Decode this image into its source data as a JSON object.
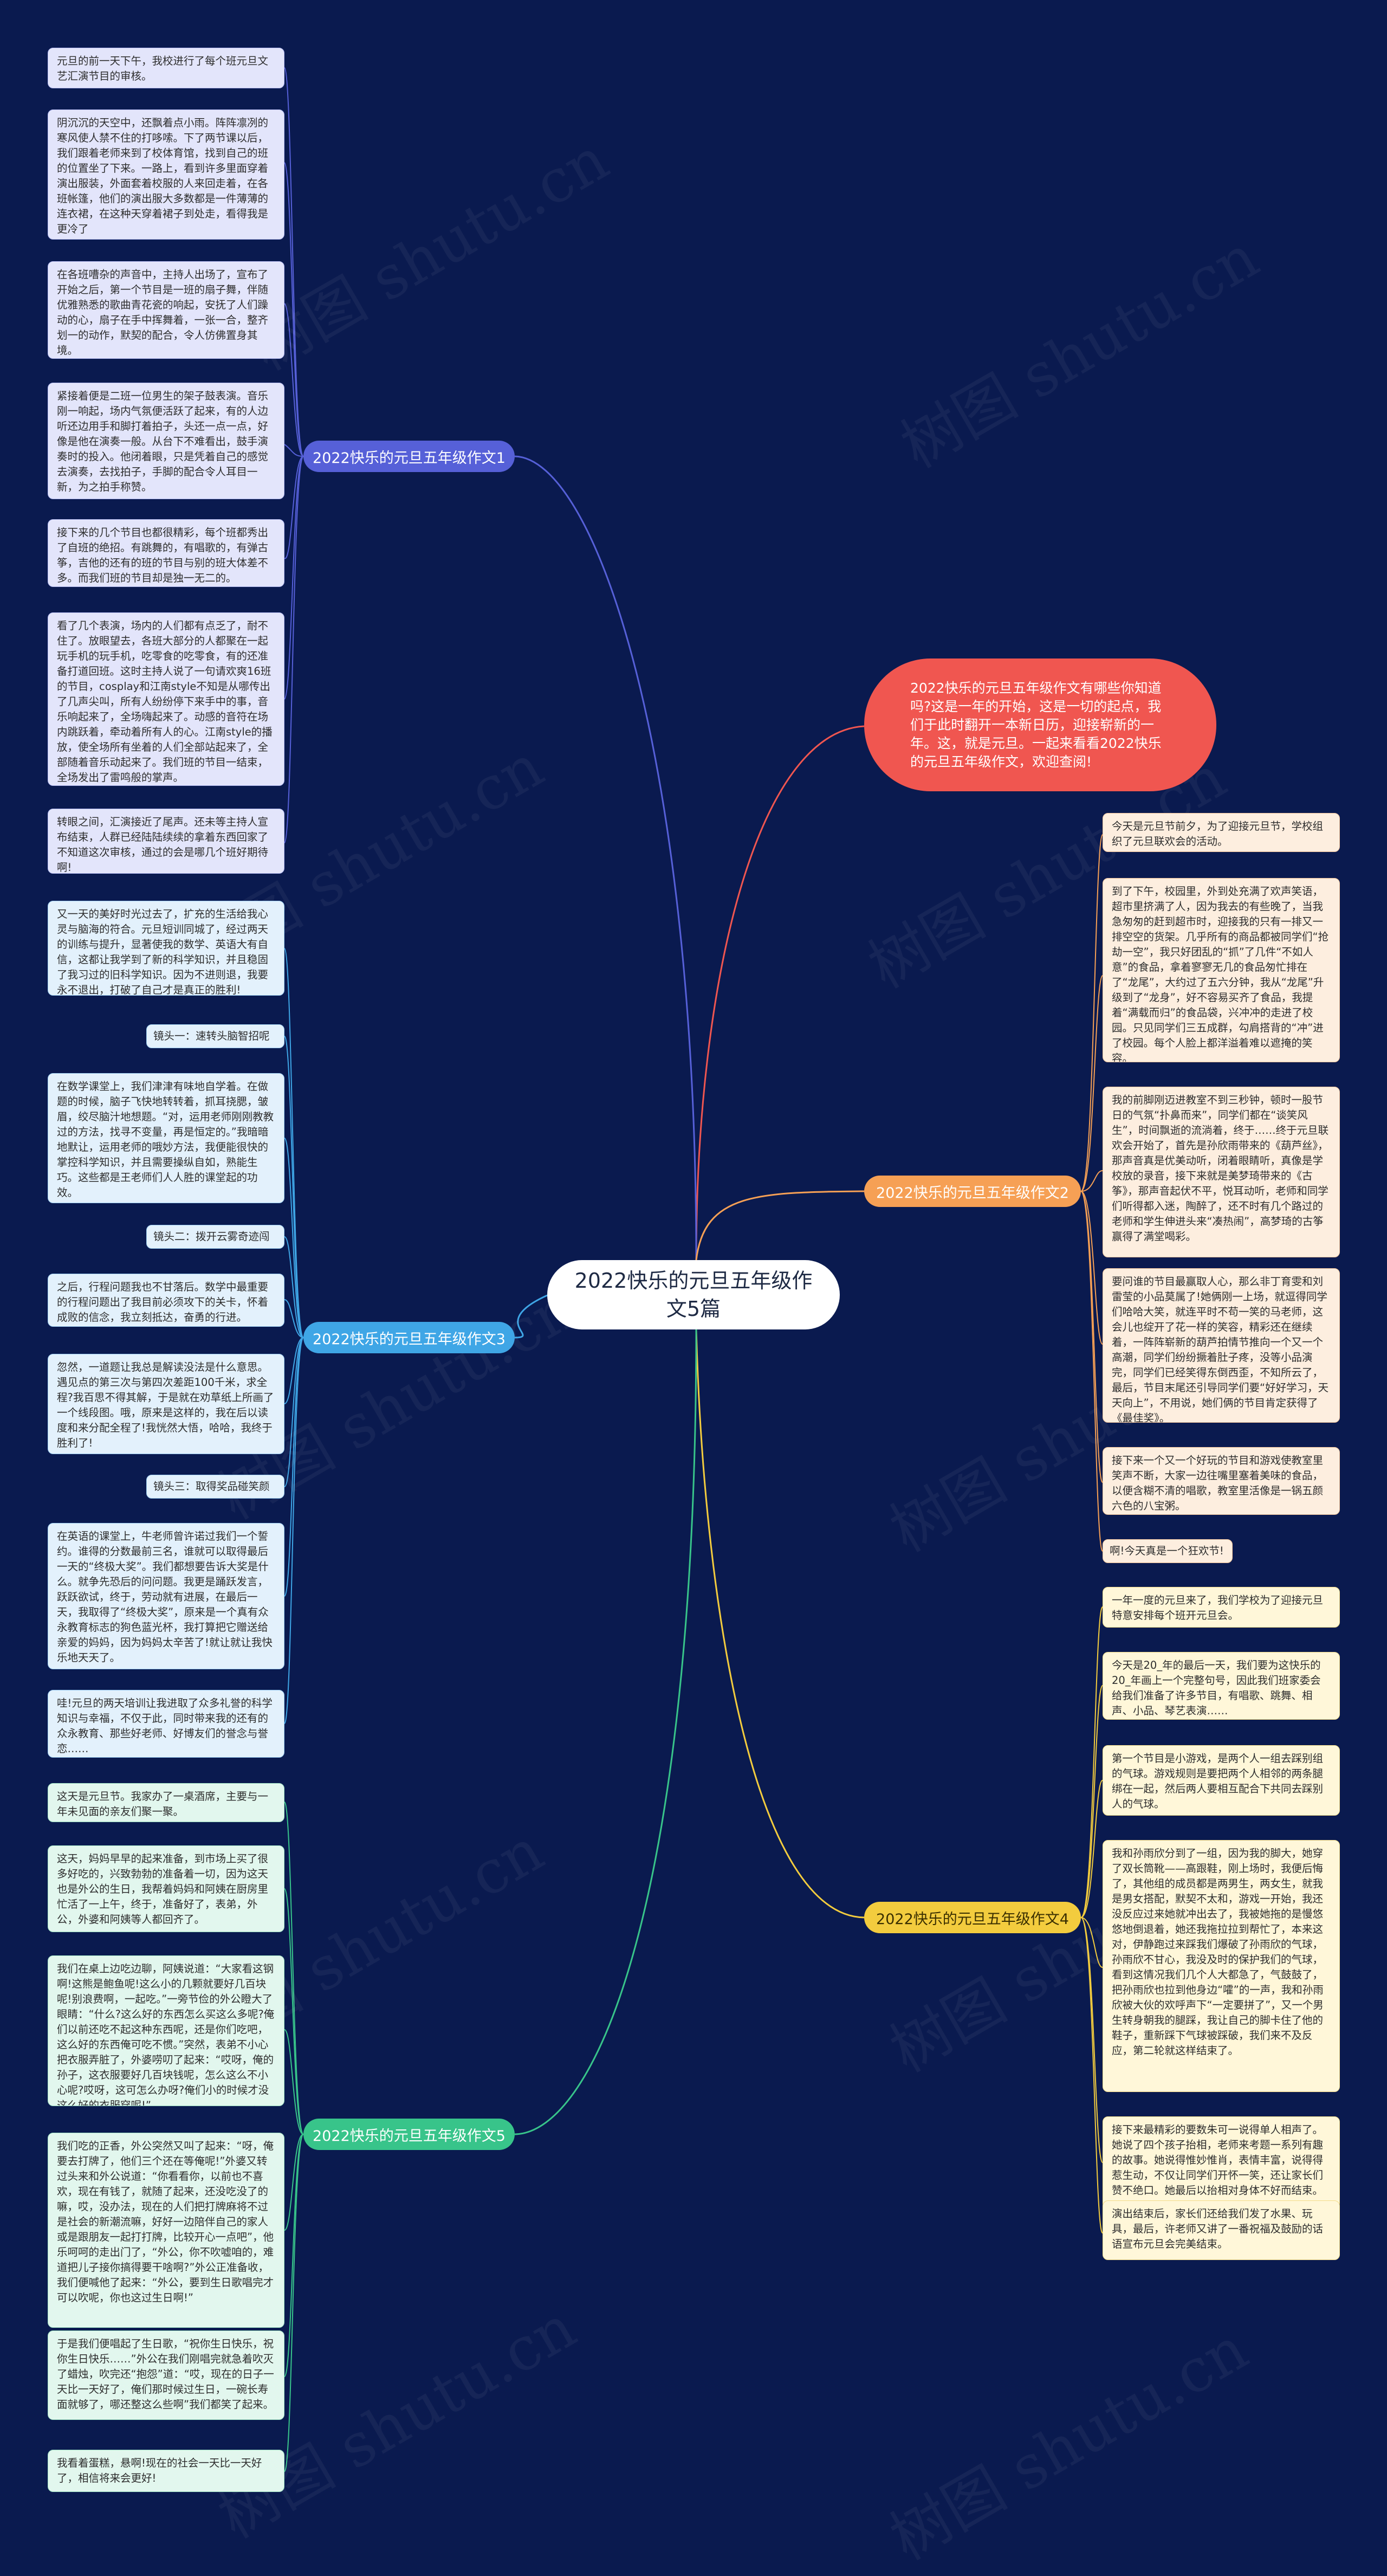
{
  "center": "2022快乐的元旦五年级作文5篇",
  "intro": "2022快乐的元旦五年级作文有哪些你知道吗?这是一年的开始，这是一切的起点，我们于此时翻开一本新日历，迎接崭新的一年。这，就是元旦。一起来看看2022快乐的元旦五年级作文，欢迎查阅!",
  "colors": {
    "background": "#0a1a4f",
    "branch1": "#5660d8",
    "branch2": "#f6a055",
    "branch3": "#3fa6e6",
    "branch4": "#f3cc3e",
    "branch5": "#38c48a",
    "intro": "#f05650"
  },
  "branches": {
    "b1": {
      "label": "2022快乐的元旦五年级作文1",
      "leaves": [
        "元旦的前一天下午，我校进行了每个班元旦文艺汇演节目的审核。",
        "阴沉沉的天空中，还飘着点小雨。阵阵凛冽的寒风使人禁不住的打哆嗦。下了两节课以后，我们跟着老师来到了校体育馆，找到自己的班的位置坐了下来。一路上，看到许多里面穿着演出服装，外面套着校服的人来回走着，在各班帐篷，他们的演出服大多数都是一件薄薄的连衣裙，在这种天穿着裙子到处走，看得我是更冷了",
        "在各班嘈杂的声音中，主持人出场了，宣布了开始之后，第一个节目是一班的扇子舞，伴随优雅熟悉的歌曲青花瓷的响起，安抚了人们躁动的心，扇子在手中挥舞着，一张一合，整齐划一的动作，默契的配合，令人仿佛置身其境。",
        "紧接着便是二班一位男生的架子鼓表演。音乐刚一响起，场内气氛便活跃了起来，有的人边听还边用手和脚打着拍子，头还一点一点，好像是他在演奏一般。从台下不难看出，鼓手演奏时的投入。他闭着眼，只是凭着自己的感觉去演奏，去找拍子，手脚的配合令人耳目一新，为之拍手称赞。",
        "接下来的几个节目也都很精彩，每个班都秀出了自班的绝招。有跳舞的，有唱歌的，有弹古筝，吉他的还有的班的节目与别的班大体差不多。而我们班的节目却是独一无二的。",
        "看了几个表演，场内的人们都有点乏了，耐不住了。放眼望去，各班大部分的人都聚在一起玩手机的玩手机，吃零食的吃零食，有的还准备打道回班。这时主持人说了一句请欢爽16班的节目，cosplay和江南style不知是从哪传出了几声尖叫，所有人纷纷停下来手中的事，音乐响起来了，全场嗨起来了。动感的音符在场内跳跃着，牵动着所有人的心。江南style的播放，使全场所有坐着的人们全部站起来了，全部随着音乐动起来了。我们班的节目一结束，全场发出了雷鸣般的掌声。",
        "转眼之间，汇演接近了尾声。还未等主持人宣布结束，人群已经陆陆续续的拿着东西回家了不知道这次审核，通过的会是哪几个班好期待啊!"
      ]
    },
    "b2": {
      "label": "2022快乐的元旦五年级作文2",
      "leaves": [
        "今天是元旦节前夕，为了迎接元旦节，学校组织了元旦联欢会的活动。",
        "到了下午，校园里，外到处充满了欢声笑语，超市里挤满了人，因为我去的有些晚了，当我急匆匆的赶到超市时，迎接我的只有一排又一排空空的货架。几乎所有的商品都被同学们“抢劫一空”，我只好团乱的“抓”了几件“不如人意”的食品，拿着寥寥无几的食品匆忙排在了“龙尾”，大约过了五六分钟，我从“龙尾”升级到了“龙身”，好不容易买齐了食品，我提着“满载而归”的食品袋，兴冲冲的走进了校园。只见同学们三五成群，勾肩搭背的“冲”进了校园。每个人脸上都洋溢着难以遮掩的笑容。",
        "我的前脚刚迈进教室不到三秒钟，顿时一股节日的气氛“扑鼻而来”，同学们都在“谈笑风生”，时间飘逝的流淌着，终于……终于元旦联欢会开始了，首先是孙欣雨带来的《葫芦丝》，那声音真是优美动听，闭着眼睛听，真像是学校放的录音，接下来就是美梦琦带来的《古筝》，那声音起伏不平，悦耳动听，老师和同学们听得都入迷，陶醉了，还不时有几个路过的老师和学生伸进头来“凑热闹”，高梦琦的古筝赢得了满堂喝彩。",
        "要问谁的节目最赢取人心，那么非丁育雯和刘雷莹的小品莫属了!她俩刚一上场，就逗得同学们哈哈大笑，就连平时不苟一笑的马老师，这会儿也绽开了花一样的笑容，精彩还在继续着，一阵阵崭新的葫芦拍情节推向一个又一个高潮，同学们纷纷撅着肚子疼，没等小品演完，同学们已经笑得东倒西歪，不知所云了，最后，节目末尾还引导同学们要“好好学习，天天向上”，不用说，她们俩的节目肯定获得了《最佳奖》。",
        "接下来一个又一个好玩的节目和游戏使教室里笑声不断，大家一边往嘴里塞着美味的食品，以便含糊不清的唱歌，教室里活像是一锅五颜六色的八宝粥。",
        "啊!今天真是一个狂欢节!"
      ]
    },
    "b3": {
      "label": "2022快乐的元旦五年级作文3",
      "leaves": [
        "又一天的美好时光过去了，扩充的生活给我心灵与脑海的符合。元旦短训同城了，经过两天的训练与提升，显著使我的数学、英语大有自信，这都让我学到了新的科学知识，并且稳固了我习过的旧科学知识。因为不进则退，我要永不退出，打破了自己才是真正的胜利!",
        "镜头一：速转头脑智招呢",
        "在数学课堂上，我们津津有味地自学着。在做题的时候，脑子飞快地转转着，抓耳挠腮，皱眉，绞尽脑汁地想题。“对，运用老师刚刚教教过的方法，找寻不变量，再是恒定的。”我暗暗地默让，运用老师的哦妙方法，我便能很快的掌控科学知识，并且需要操纵自如，熟能生巧。这些都是王老师们人人胜的课堂起的功效。",
        "镜头二：拨开云雾奇迹闯",
        "之后，行程问题我也不甘落后。数学中最重要的行程问题出了我目前必须攻下的关卡，怀着成败的信念，我立刻抵达，奋勇的行进。",
        "忽然，一道题让我总是解读没法是什么意思。遇见点的第三次与第四次差距100千米，求全程?我百思不得其解，于是就在劝草纸上所画了一个线段图。哦，原来是这样的，我在后以读度和来分配全程了!我恍然大悟，哈哈，我终于胜利了!",
        "镜头三：取得奖品碰笑颜",
        "在英语的课堂上，牛老师曾许诺过我们一个誓约。谁得的分数最前三名，谁就可以取得最后一天的“终极大奖”。我们都想要告诉大奖是什么。就争先恐后的问问题。我更是踊跃发言，跃跃欲试，终于，劳动就有进展，在最后一天，我取得了“终极大奖”，原来是一个真有众永教育标志的狗色蓝光杯，我打算把它赠送给亲爱的妈妈，因为妈妈太辛苦了!就让就让我快乐地天天了。",
        "哇!元旦的两天培训让我进取了众多礼誉的科学知识与幸福，不仅于此，同时带来我的还有的众永教育、那些好老师、好博友们的誉念与誉恋……"
      ]
    },
    "b4": {
      "label": "2022快乐的元旦五年级作文4",
      "leaves": [
        "一年一度的元旦来了，我们学校为了迎接元旦特意安排每个班开元旦会。",
        "今天是20_年的最后一天，我们要为这快乐的20_年画上一个完整句号，因此我们班家委会给我们准备了许多节目，有唱歌、跳舞、相声、小品、琴艺表演……",
        "第一个节目是小游戏，是两个人一组去踩别组的气球。游戏规则是要把两个人相邻的两条腿绑在一起，然后两人要相互配合下共同去踩别人的气球。",
        "我和孙雨欣分到了一组，因为我的脚大，她穿了双长筒靴——高跟鞋，刚上场时，我便后悔了，其他组的成员都是两男生，两女生，就我是男女搭配，默契不太和，游戏一开始，我还没反应过来她就冲出去了，我被她拖的是慢悠悠地倒退着，她还我拖拉拉到帮忙了，本来这对，伊静跑过来踩我们爆破了孙雨欣的气球，孙雨欣不甘心，我没及时的保护我们的气球，看到这情况我们几个人大都急了，气鼓鼓了，把孙雨欣也拉到他身边“嚯”的一声，我和孙雨欣被大伙的欢呼声下“一定要拼了”，又一个男生转身朝我的腿踩，我让自己的脚卡住了他的鞋子，重新踩下气球被踩破，我们来不及反应，第二轮就这样结束了。",
        "接下来最精彩的要数朱可一说得单人相声了。她说了四个孩子抬相，老师来考题一系列有趣的故事。她说得惟妙惟肖，表情丰富，说得得惹生动，不仅让同学们开怀一笑，还让家长们赞不绝口。她最后以抬相对身体不好而结束。",
        "演出结束后，家长们还给我们发了水果、玩具，最后，许老师又讲了一番祝福及鼓励的话语宣布元旦会完美结束。"
      ]
    },
    "b5": {
      "label": "2022快乐的元旦五年级作文5",
      "leaves": [
        "这天是元旦节。我家办了一桌酒席，主要与一年未见面的亲友们聚一聚。",
        "这天，妈妈早早的起来准备，到市场上买了很多好吃的，兴致勃勃的准备着一切，因为这天也是外公的生日，我帮着妈妈和阿姨在厨房里忙活了一上午，终于，准备好了，表弟，外公，外婆和阿姨等人都回齐了。",
        "我们在桌上边吃边聊，阿姨说道：“大家看这钢啊!这熊是鲍鱼呢!这么小的几颗就要好几百块呢!别浪费啊，一起吃。”一旁节俭的外公瞪大了眼睛：“什么?这么好的东西怎么买这么多呢?俺们以前还吃不起这种东西呢，还是你们吃吧，这么好的东西俺可吃不惯。”突然，表弟不小心把衣服弄脏了，外婆唠叨了起来：“哎呀，俺的孙子，这衣服要好几百块钱呢，怎么这么不小心呢?哎呀，这可怎么办呀?俺们小的时候才没这么好的衣服穿呢!”",
        "我们吃的正香，外公突然又叫了起来：“呀，俺要去打牌了，他们三个还在等俺呢!”外婆又转过头来和外公说道：“你看看你，以前也不喜欢，现在有钱了，就随了起来，还没吃没了的嘛，哎，没办法，现在的人们把打牌麻将不过是社会的新潮流嘛，好好一边陪伴自己的家人或是跟朋友一起打打牌，比较开心一点吧”，他乐呵呵的走出门了，“外公，你不吹嘘咱的，难道把儿子接你搞得要干啥啊?”外公正准备收，我们便喊他了起来：“外公，要到生日歌唱完才可以吹呢，你也这过生日啊!”",
        "于是我们便唱起了生日歌，“祝你生日快乐，祝你生日快乐……”外公在我们刚唱完就急着吹灭了蜡烛，吹完还“抱怨”道：“哎，现在的日子一天比一天好了，俺们那时候过生日，一碗长寿面就够了，哪还整这么些啊”我们都笑了起来。",
        "我看着蛋糕，悬啊!现在的社会一天比一天好了，相信将来会更好!"
      ]
    }
  },
  "watermarks": [
    "树图 shutu.cn",
    "树图 shutu.cn",
    "树图 shutu.cn",
    "树图 shutu.cn",
    "树图 shutu.cn",
    "树图 shutu.cn",
    "树图 shutu.cn",
    "树图 shutu.cn",
    "树图 shutu.cn",
    "树图 shutu.cn"
  ]
}
